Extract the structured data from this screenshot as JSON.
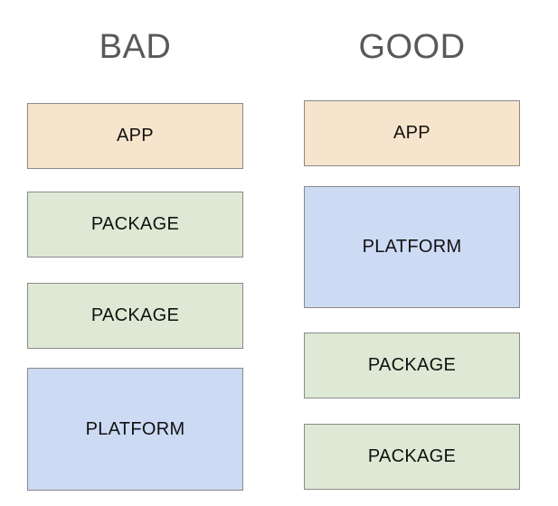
{
  "columns": {
    "bad": {
      "heading": "BAD",
      "boxes": [
        {
          "label": "APP",
          "kind": "app"
        },
        {
          "label": "PACKAGE",
          "kind": "package"
        },
        {
          "label": "PACKAGE",
          "kind": "package"
        },
        {
          "label": "PLATFORM",
          "kind": "platform"
        }
      ]
    },
    "good": {
      "heading": "GOOD",
      "boxes": [
        {
          "label": "APP",
          "kind": "app"
        },
        {
          "label": "PLATFORM",
          "kind": "platform"
        },
        {
          "label": "PACKAGE",
          "kind": "package"
        },
        {
          "label": "PACKAGE",
          "kind": "package"
        }
      ]
    }
  },
  "colors": {
    "app": "#f6e4cc",
    "package": "#dde9d4",
    "platform": "#cddaf4",
    "border": "#8a8a8a",
    "heading": "#595959"
  }
}
